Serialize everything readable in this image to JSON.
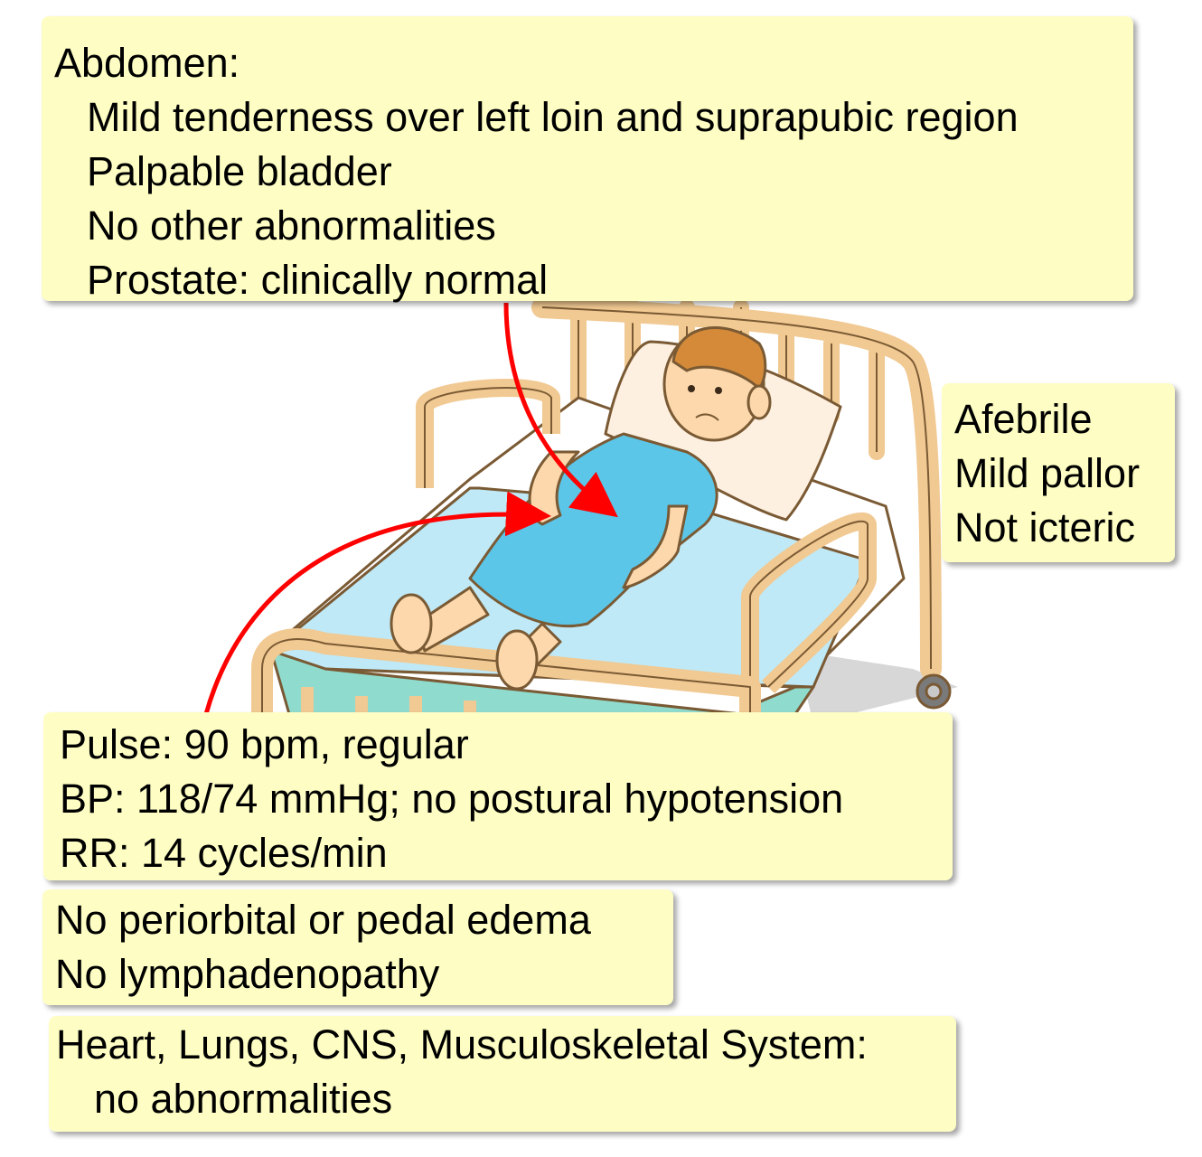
{
  "colors": {
    "note_bg": "#fefec4",
    "arrow": "#ff0000",
    "bed_frame": "#f1c992",
    "gown": "#5cc6e8",
    "sheet": "#bfe9f6",
    "skin": "#fcd8ac",
    "hair": "#d48a38"
  },
  "illustration": {
    "name": "patient-lying-in-hospital-bed"
  },
  "notes": {
    "abdomen": {
      "heading": "Abdomen:",
      "lines": [
        "Mild tenderness over left loin and suprapubic region",
        "Palpable bladder",
        "No other abnormalities",
        "Prostate: clinically normal"
      ]
    },
    "general": {
      "lines": [
        "Afebrile",
        "Mild pallor",
        "Not icteric"
      ]
    },
    "vitals": {
      "lines": [
        "Pulse: 90 bpm, regular",
        "BP: 118/74 mmHg; no postural hypotension",
        "RR: 14 cycles/min"
      ]
    },
    "edema": {
      "lines": [
        "No periorbital or pedal edema",
        "No lymphadenopathy"
      ]
    },
    "systems": {
      "heading": "Heart, Lungs, CNS, Musculoskeletal System:",
      "detail": "no abnormalities"
    }
  }
}
